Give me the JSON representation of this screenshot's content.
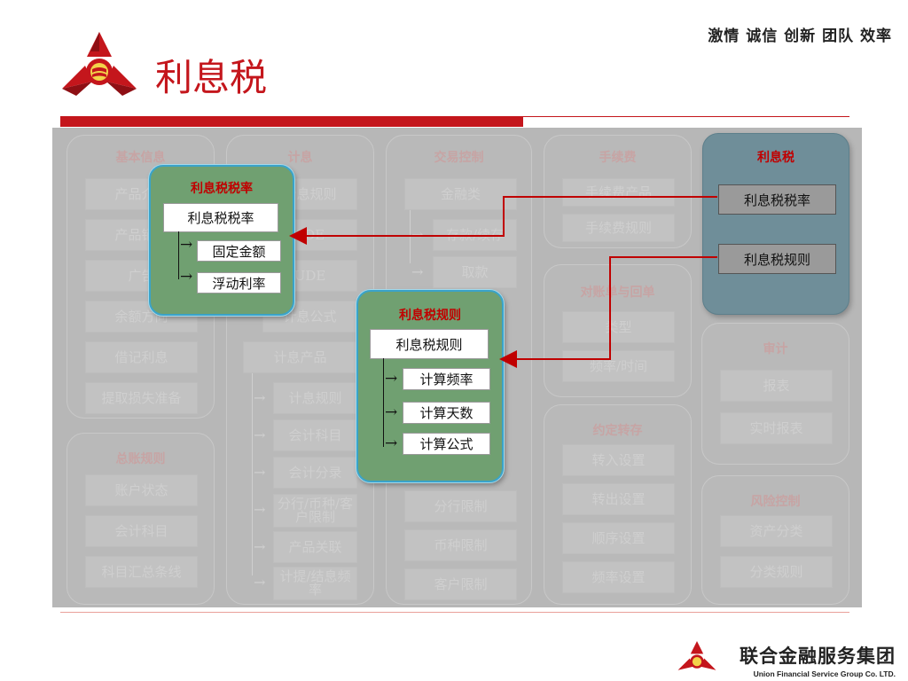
{
  "header": {
    "slogan": "激情 诚信 创新 团队 效率",
    "title": "利息税"
  },
  "bg_columns": [
    {
      "title": "基本信息",
      "items": [
        "产品介绍",
        "产品销售",
        "广告",
        "余额方向",
        "借记利息",
        "提取损失准备"
      ]
    },
    {
      "title": "计息",
      "items": [
        "计息规则",
        "SDE",
        "UDE",
        "计息公式",
        "计息产品"
      ],
      "sub": [
        "计息规则",
        "会计科目",
        "会计分录",
        "分行/币种/客户限制",
        "产品关联",
        "计提/结息频率"
      ]
    },
    {
      "title": "交易控制",
      "items": [
        "金融类"
      ],
      "sub": [
        "存款/续存",
        "取款"
      ],
      "rest": [
        "分行限制",
        "币种限制",
        "客户限制"
      ]
    },
    {
      "title": "手续费",
      "items": [
        "手续费产品",
        "手续费规则"
      ]
    },
    {
      "title": "对账单与回单",
      "items": [
        "类型",
        "频率/时间"
      ]
    },
    {
      "title": "约定转存",
      "items": [
        "转入设置",
        "转出设置",
        "顺序设置",
        "频率设置"
      ]
    },
    {
      "title": "总账规则",
      "items": [
        "账户状态",
        "会计科目",
        "科目汇总条线"
      ]
    },
    {
      "title": "审计",
      "items": [
        "报表",
        "实时报表"
      ]
    },
    {
      "title": "风险控制",
      "items": [
        "资产分类",
        "分类规则"
      ]
    }
  ],
  "rate_panel": {
    "title": "利息税税率",
    "main": "利息税税率",
    "children": [
      "固定金额",
      "浮动利率"
    ]
  },
  "rule_panel": {
    "title": "利息税规则",
    "main": "利息税规则",
    "children": [
      "计算频率",
      "计算天数",
      "计算公式"
    ]
  },
  "tax_panel": {
    "title": "利息税",
    "items": [
      "利息税税率",
      "利息税规则"
    ]
  },
  "brand": {
    "cn": "联合金融服务集团",
    "en": "Union Financial Service Group Co. LTD."
  },
  "colors": {
    "brand_red": "#c4161c",
    "green_panel": "#70a071",
    "blue_panel": "#6f8e99",
    "arrow_red": "#c00000"
  }
}
